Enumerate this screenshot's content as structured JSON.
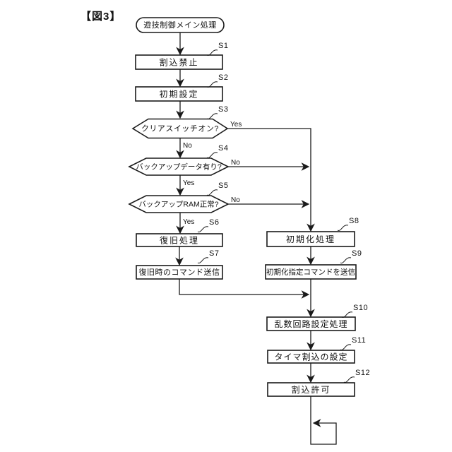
{
  "figure_label": "【図3】",
  "flowchart": {
    "start_label": "遊技制御メイン処理",
    "branch": {
      "yes": "Yes",
      "no": "No"
    },
    "steps": [
      {
        "id": "S1",
        "type": "process",
        "label": "割込禁止"
      },
      {
        "id": "S2",
        "type": "process",
        "label": "初期設定"
      },
      {
        "id": "S3",
        "type": "decision",
        "label": "クリアスイッチオン?"
      },
      {
        "id": "S4",
        "type": "decision",
        "label": "バックアップデータ有り?"
      },
      {
        "id": "S5",
        "type": "decision",
        "label": "バックアップRAM正常?"
      },
      {
        "id": "S6",
        "type": "process",
        "label": "復旧処理"
      },
      {
        "id": "S7",
        "type": "process",
        "label": "復旧時のコマンド送信"
      },
      {
        "id": "S8",
        "type": "process",
        "label": "初期化処理"
      },
      {
        "id": "S9",
        "type": "process",
        "label": "初期化指定コマンドを送信"
      },
      {
        "id": "S10",
        "type": "process",
        "label": "乱数回路設定処理"
      },
      {
        "id": "S11",
        "type": "process",
        "label": "タイマ割込の設定"
      },
      {
        "id": "S12",
        "type": "process",
        "label": "割込許可"
      }
    ]
  }
}
